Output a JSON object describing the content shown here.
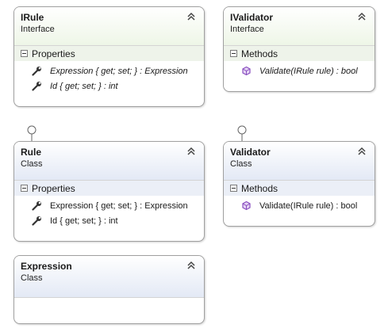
{
  "irule": {
    "name": "IRule",
    "kind": "Interface",
    "section": "Properties",
    "members": [
      "Expression { get; set; } : Expression",
      "Id { get; set; } : int"
    ]
  },
  "ivalidator": {
    "name": "IValidator",
    "kind": "Interface",
    "section": "Methods",
    "members": [
      "Validate(IRule rule) : bool"
    ]
  },
  "rule": {
    "name": "Rule",
    "kind": "Class",
    "section": "Properties",
    "members": [
      "Expression { get; set; } : Expression",
      "Id { get; set; } : int"
    ]
  },
  "validator": {
    "name": "Validator",
    "kind": "Class",
    "section": "Methods",
    "members": [
      "Validate(IRule rule) : bool"
    ]
  },
  "expression": {
    "name": "Expression",
    "kind": "Class"
  },
  "icons": {
    "property": "wrench-icon",
    "method": "cube-icon",
    "collapse": "double-chevron-up-icon",
    "section_toggle": "minus-box-icon",
    "interface_lollipop": "lollipop-icon"
  },
  "colors": {
    "interface_header": "#eef6e7",
    "class_header": "#e3e9f5",
    "border": "#a0a0a0",
    "method_icon": "#8a4fc0"
  }
}
